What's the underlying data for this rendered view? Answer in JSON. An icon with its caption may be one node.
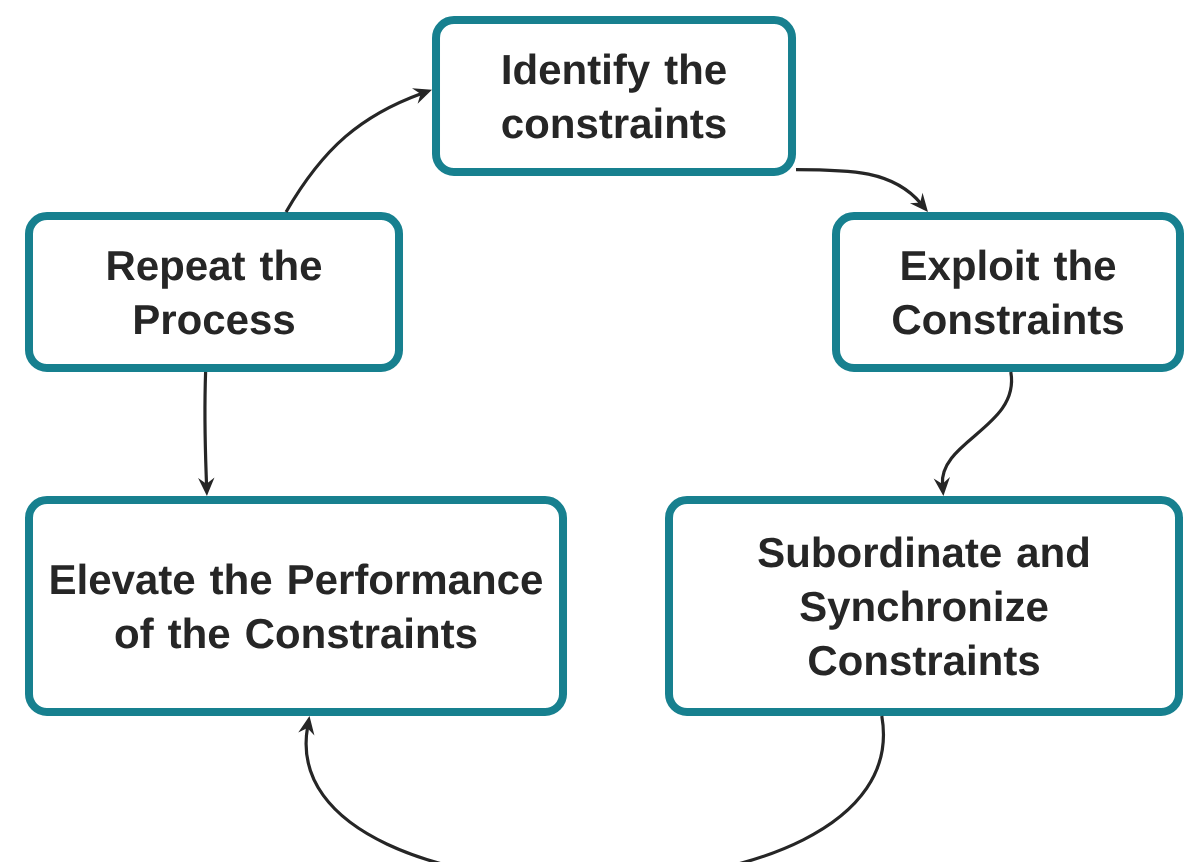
{
  "diagram": {
    "nodes": [
      {
        "text": [
          "Identify the constraints"
        ]
      },
      {
        "text": [
          "Exploit the Constraints"
        ]
      },
      {
        "text": [
          "Subordinate and Synchronize Constraints"
        ]
      },
      {
        "text": [
          "Elevate the Performance of the Constraints"
        ]
      },
      {
        "text": [
          "Repeat the Process"
        ]
      }
    ],
    "edges": [
      {
        "from": 0,
        "to": 1,
        "arrow": "to"
      },
      {
        "from": 1,
        "to": 2,
        "arrow": "to"
      },
      {
        "from": 2,
        "to": 3,
        "arrow": "to"
      },
      {
        "from": 4,
        "to": 3,
        "arrow": "to"
      },
      {
        "from": 4,
        "to": 0,
        "arrow": "to"
      }
    ]
  }
}
